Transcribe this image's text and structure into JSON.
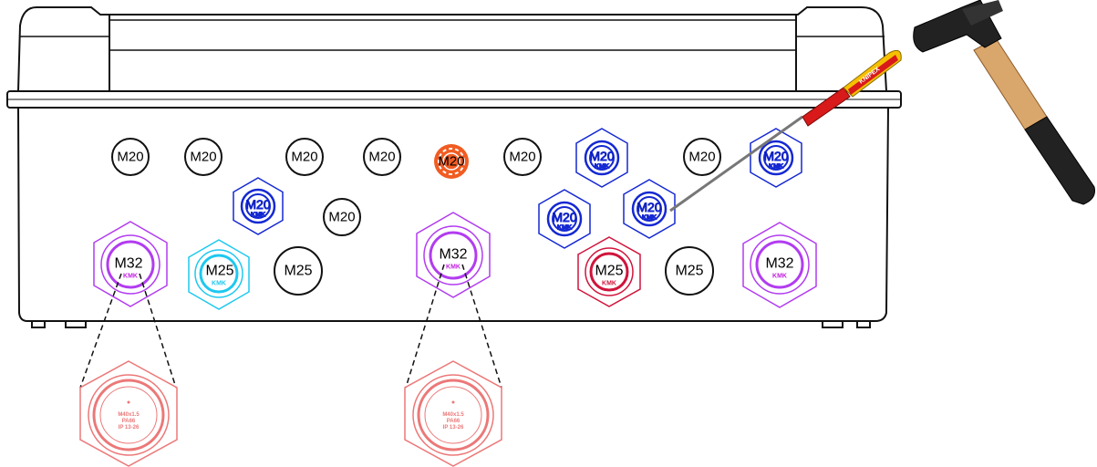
{
  "colors": {
    "outline": "#111111",
    "m32": "#b23cf0",
    "m32_text": "#c21ee0",
    "m25_cyan": "#1ec8f0",
    "m25_red": "#d0143c",
    "m20_blue": "#1428d2",
    "m20_orange": "#f04a0a",
    "detail_pink": "#ec7878",
    "screwdriver_yellow": "#f5c000",
    "screwdriver_red": "#d81a1a",
    "hammer_handle": "#d9a66b",
    "hammer_head": "#222222"
  },
  "labels": {
    "m20": "M20",
    "m25": "M25",
    "m32": "M32"
  },
  "glands": {
    "m32_mark_line1": "KMK",
    "m32_mark_line2": "M32",
    "m25_mark_line1": "KMK",
    "m25_mark_line2": "M25",
    "m20_mark_line1": "KMK",
    "m20_mark_line2": "M20"
  },
  "detail": {
    "line1": "M40x1.5",
    "line2": "PA66",
    "line3": "IP 13-26"
  },
  "tools": {
    "screwdriver_brand": "KNIPEX",
    "hammer_icon": "hammer-icon",
    "screwdriver_icon": "screwdriver-icon"
  }
}
